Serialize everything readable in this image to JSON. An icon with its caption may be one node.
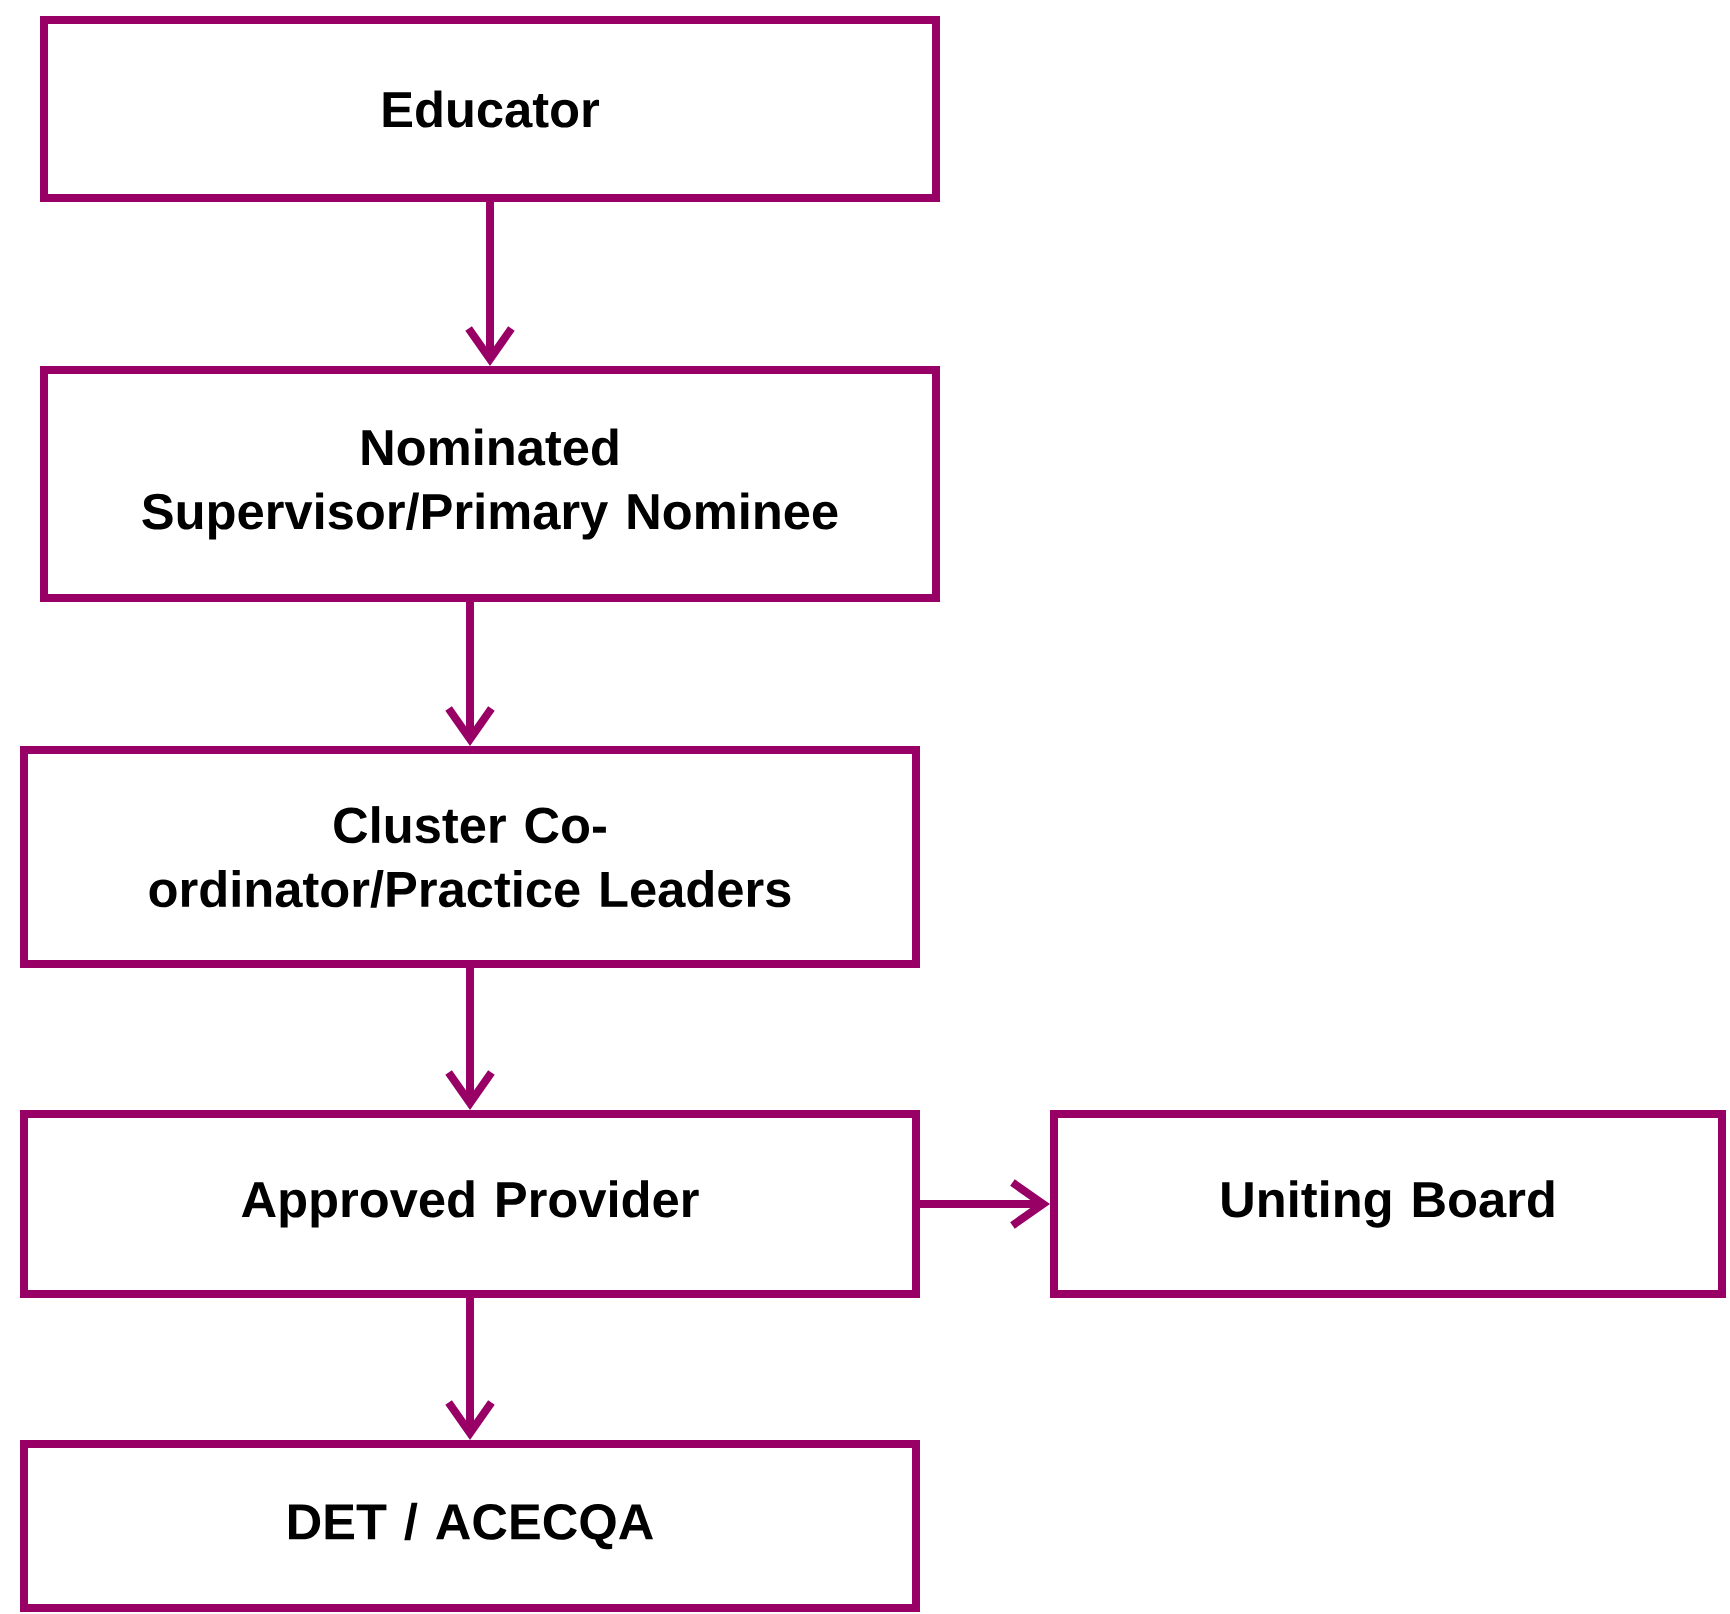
{
  "diagram": {
    "nodes": [
      {
        "text": [
          "Educator"
        ]
      },
      {
        "text": [
          "Nominated Supervisor/Primary Nominee"
        ]
      },
      {
        "text": [
          "Cluster Co-ordinator/Practice Leaders"
        ]
      },
      {
        "text": [
          "Approved Provider"
        ]
      },
      {
        "text": [
          "Uniting Board"
        ]
      },
      {
        "text": [
          "DET / ACECQA"
        ]
      }
    ],
    "edges": [
      {
        "from": 0,
        "to": 1,
        "arrow": "to"
      },
      {
        "from": 1,
        "to": 2,
        "arrow": "to"
      },
      {
        "from": 2,
        "to": 3,
        "arrow": "to"
      },
      {
        "from": 3,
        "to": 4,
        "arrow": "to"
      },
      {
        "from": 3,
        "to": 5,
        "arrow": "to"
      }
    ]
  }
}
